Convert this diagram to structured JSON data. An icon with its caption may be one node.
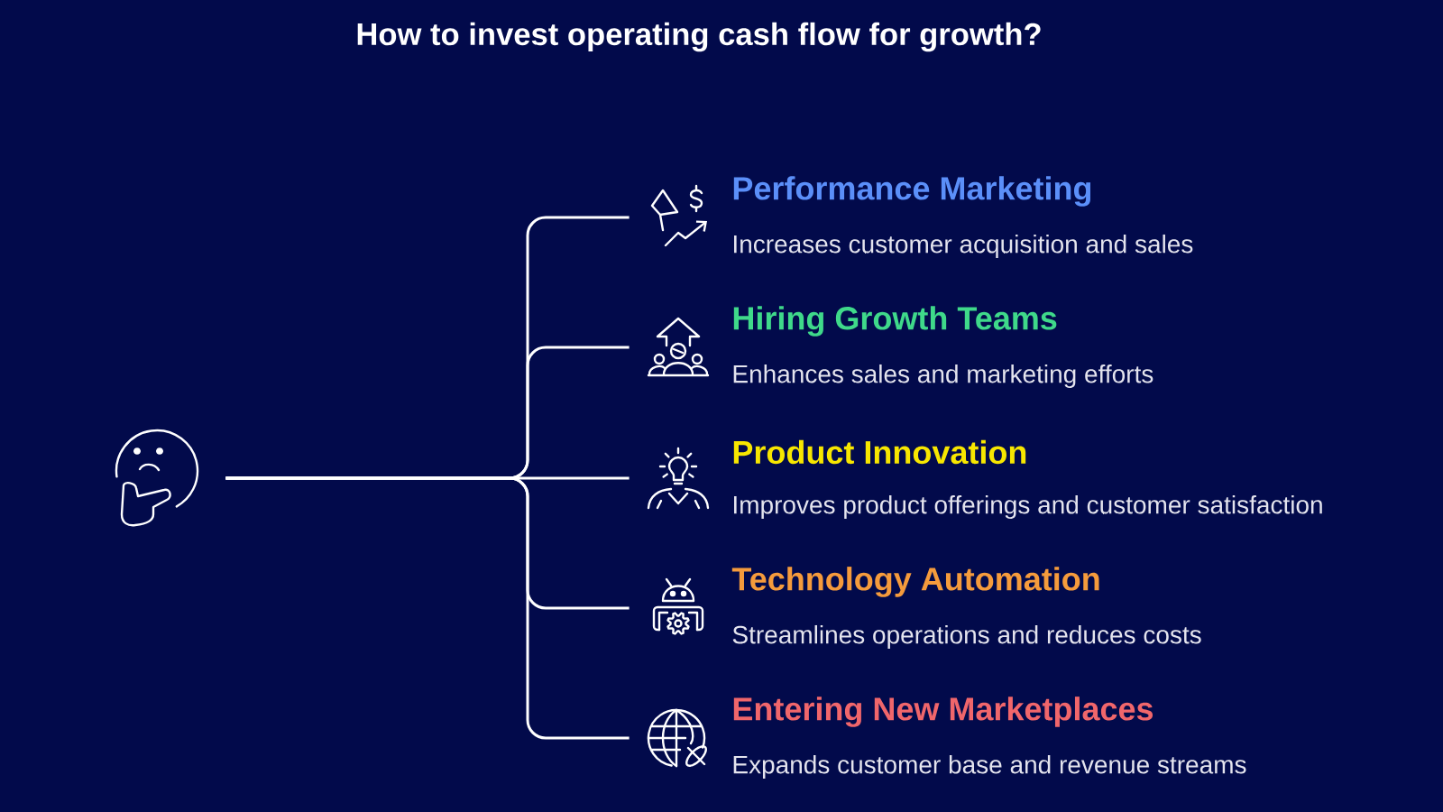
{
  "diagram": {
    "title": "How to invest operating cash flow for growth?",
    "nodes": [
      {
        "text": [],
        "shape": "picture"
      },
      {
        "text": [
          "Performance Marketing",
          "Increases customer acquisition and sales"
        ]
      },
      {
        "text": [
          "Hiring Growth Teams",
          "Enhances sales and marketing efforts"
        ]
      },
      {
        "text": [
          "Product Innovation",
          "Improves product offerings and customer satisfaction"
        ]
      },
      {
        "text": [
          "Technology Automation",
          "Streamlines operations and reduces costs"
        ]
      },
      {
        "text": [
          "Entering New Marketplaces",
          "Expands customer base and revenue streams"
        ]
      }
    ],
    "edges": [
      {
        "from": 0,
        "to": 1,
        "arrow": "none"
      },
      {
        "from": 0,
        "to": 2,
        "arrow": "none"
      },
      {
        "from": 0,
        "to": 3,
        "arrow": "none"
      },
      {
        "from": 0,
        "to": 4,
        "arrow": "none"
      },
      {
        "from": 0,
        "to": 5,
        "arrow": "none"
      }
    ]
  }
}
